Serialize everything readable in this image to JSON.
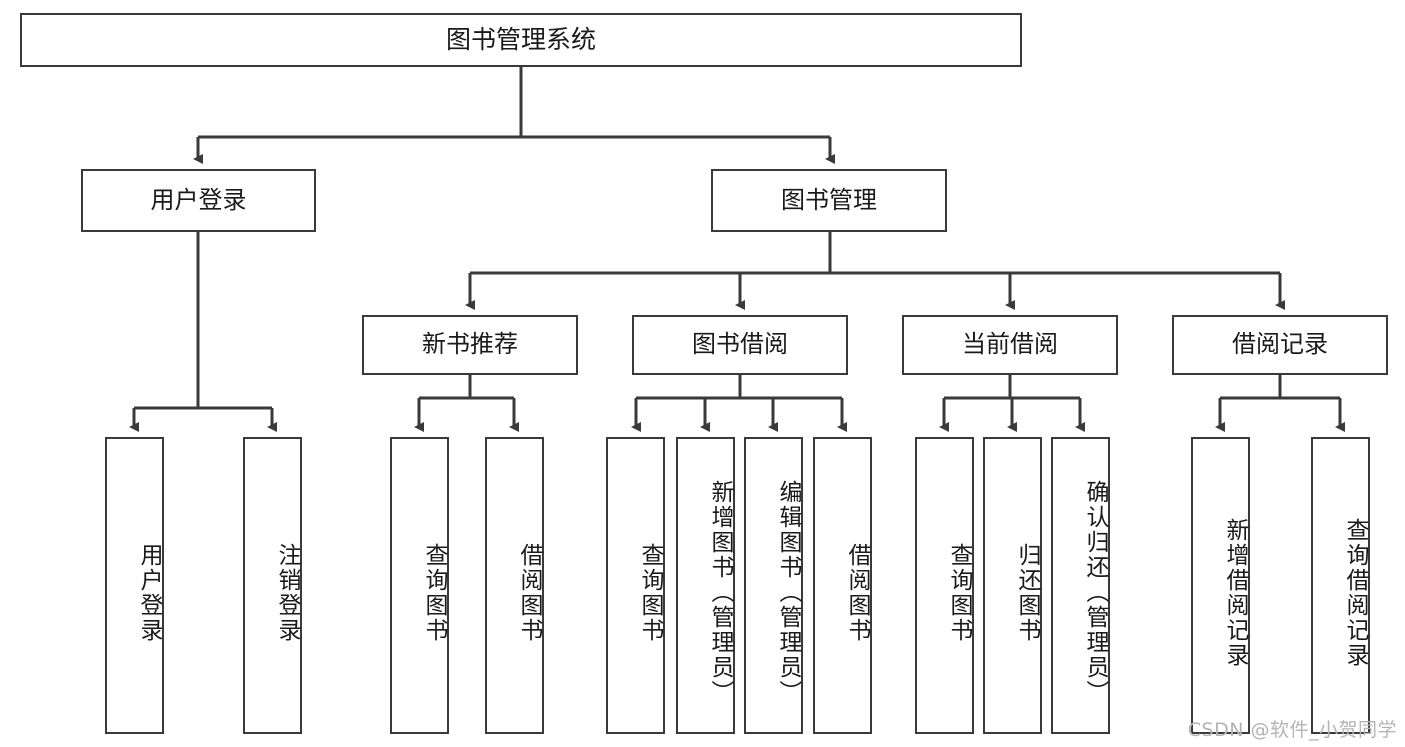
{
  "diagram": {
    "title": "图书管理系统",
    "type": "tree-hierarchy-chart",
    "watermark": "CSDN @软件_小贺同学",
    "colors": {
      "box_border": "#3a3a3a",
      "box_fill": "#ffffff",
      "connector": "#3a3a3a",
      "text": "#1a1a1a",
      "watermark": "#b4b4b4"
    },
    "root": {
      "label": "图书管理系统"
    },
    "level2": [
      {
        "label": "用户登录"
      },
      {
        "label": "图书管理"
      }
    ],
    "level3": [
      {
        "label": "新书推荐"
      },
      {
        "label": "图书借阅"
      },
      {
        "label": "当前借阅"
      },
      {
        "label": "借阅记录"
      }
    ],
    "leaves": {
      "user_login": [
        {
          "label": "用户登录"
        },
        {
          "label": "注销登录"
        }
      ],
      "new_book_recommend": [
        {
          "label": "查询图书"
        },
        {
          "label": "借阅图书"
        }
      ],
      "book_borrow": [
        {
          "label": "查询图书"
        },
        {
          "label": "新增图书（管理员）"
        },
        {
          "label": "编辑图书（管理员）"
        },
        {
          "label": "借阅图书"
        }
      ],
      "current_borrow": [
        {
          "label": "查询图书"
        },
        {
          "label": "归还图书"
        },
        {
          "label": "确认归还（管理员）"
        }
      ],
      "borrow_record": [
        {
          "label": "新增借阅记录"
        },
        {
          "label": "查询借阅记录"
        }
      ]
    }
  }
}
